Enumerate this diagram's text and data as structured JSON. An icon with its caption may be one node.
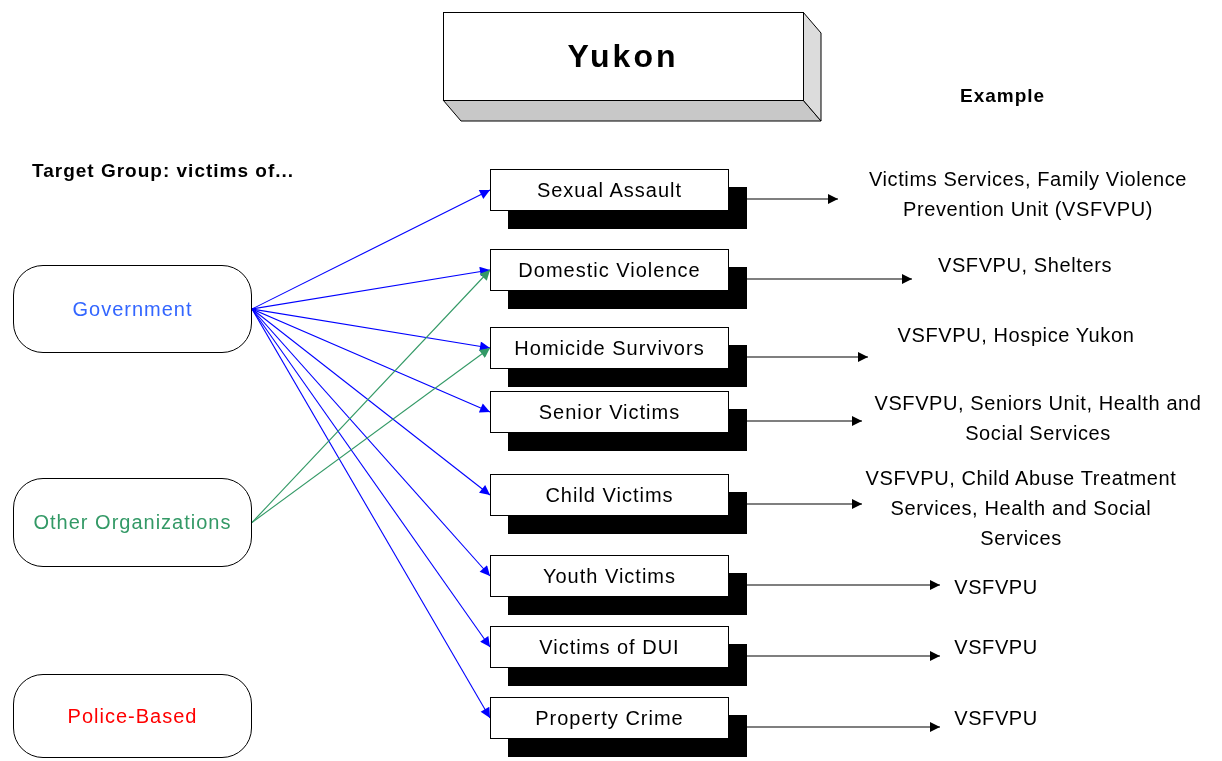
{
  "diagram": {
    "nodes": [
      {
        "text": [
          "Yukon"
        ]
      },
      {
        "text": [
          "Government"
        ]
      },
      {
        "text": [
          "Other Organizations"
        ]
      },
      {
        "text": [
          "Police-Based"
        ]
      },
      {
        "text": [
          "Sexual Assault"
        ]
      },
      {
        "text": [
          "Domestic Violence"
        ]
      },
      {
        "text": [
          "Homicide Survivors"
        ]
      },
      {
        "text": [
          "Senior Victims"
        ]
      },
      {
        "text": [
          "Child Victims"
        ]
      },
      {
        "text": [
          "Youth Victims"
        ]
      },
      {
        "text": [
          "Victims of DUI"
        ]
      },
      {
        "text": [
          "Property Crime"
        ]
      },
      {
        "text": [
          "Victims Services, Family Violence Prevention Unit (VSFVPU)"
        ]
      },
      {
        "text": [
          "VSFVPU, Shelters"
        ]
      },
      {
        "text": [
          "VSFVPU, Hospice Yukon"
        ]
      },
      {
        "text": [
          "VSFVPU, Seniors Unit, Health and Social Services"
        ]
      },
      {
        "text": [
          "VSFVPU, Child Abuse Treatment Services, Health and Social Services"
        ]
      },
      {
        "text": [
          "VSFVPU"
        ]
      },
      {
        "text": [
          "VSFVPU"
        ]
      },
      {
        "text": [
          "VSFVPU"
        ]
      }
    ],
    "edges": [
      {
        "from": 1,
        "to": 4,
        "arrow": "to",
        "color": "#0000ff"
      },
      {
        "from": 1,
        "to": 5,
        "arrow": "to",
        "color": "#0000ff"
      },
      {
        "from": 1,
        "to": 6,
        "arrow": "to",
        "color": "#0000ff"
      },
      {
        "from": 1,
        "to": 7,
        "arrow": "to",
        "color": "#0000ff"
      },
      {
        "from": 1,
        "to": 8,
        "arrow": "to",
        "color": "#0000ff"
      },
      {
        "from": 1,
        "to": 9,
        "arrow": "to",
        "color": "#0000ff"
      },
      {
        "from": 1,
        "to": 10,
        "arrow": "to",
        "color": "#0000ff"
      },
      {
        "from": 1,
        "to": 11,
        "arrow": "to",
        "color": "#0000ff"
      },
      {
        "from": 2,
        "to": 5,
        "arrow": "to",
        "color": "#339966"
      },
      {
        "from": 2,
        "to": 6,
        "arrow": "to",
        "color": "#339966"
      },
      {
        "from": 4,
        "to": 12,
        "arrow": "to",
        "color": "#000000"
      },
      {
        "from": 5,
        "to": 13,
        "arrow": "to",
        "color": "#000000"
      },
      {
        "from": 6,
        "to": 14,
        "arrow": "to",
        "color": "#000000"
      },
      {
        "from": 7,
        "to": 15,
        "arrow": "to",
        "color": "#000000"
      },
      {
        "from": 8,
        "to": 16,
        "arrow": "to",
        "color": "#000000"
      },
      {
        "from": 9,
        "to": 17,
        "arrow": "to",
        "color": "#000000"
      },
      {
        "from": 10,
        "to": 18,
        "arrow": "to",
        "color": "#000000"
      },
      {
        "from": 11,
        "to": 19,
        "arrow": "to",
        "color": "#000000"
      }
    ],
    "labels": [
      "Example",
      "Target Group: victims of..."
    ]
  }
}
